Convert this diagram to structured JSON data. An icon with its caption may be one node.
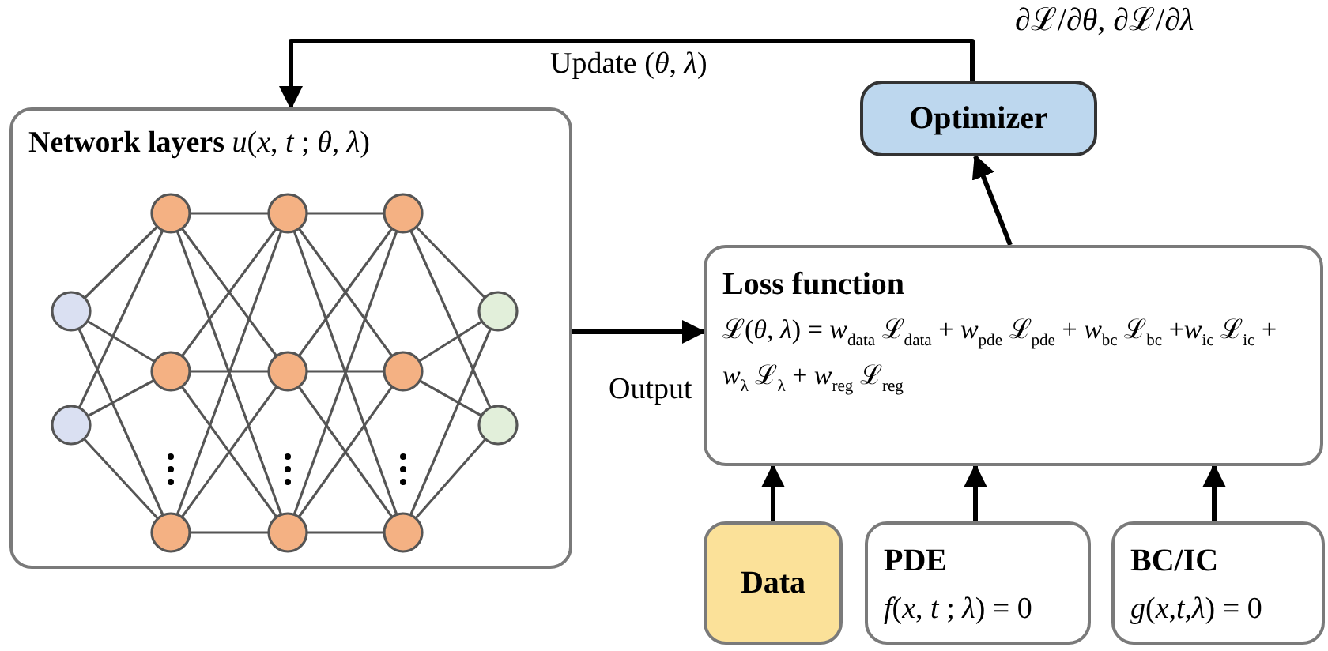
{
  "diagram": {
    "nodes": [
      {
        "text": [
          "**Network layers** *u*(*x*, *t* ; *θ*, *λ*)"
        ]
      },
      {
        "text": [
          "Optimizer"
        ],
        "beside": [
          "∂ℒ/∂*θ*, ∂ℒ/∂*λ*"
        ]
      },
      {
        "text": [
          "Loss function",
          "ℒ(*θ*, *λ*) = *w*$_{data}$ ℒ$_{data}$ + *w*$_{pde}$ ℒ$_{pde}$ + *w*$_{bc}$ ℒ$_{bc}$ +*w*$_{ic}$ ℒ$_{ic}$ + *w*$_{λ}$ ℒ$_{λ}$ + *w*$_{reg}$ ℒ$_{reg}$"
        ]
      },
      {
        "text": [
          "Data"
        ]
      },
      {
        "text": [
          "PDE",
          "*f*(*x*, *t* ; *λ*) = 0"
        ]
      },
      {
        "text": [
          "BC/IC",
          "*g*(*x*,*t*,*λ*) = 0"
        ]
      }
    ],
    "edges": [
      {
        "from": 1,
        "to": 0,
        "arrow": "to",
        "label": "Update (*θ*, *λ*)"
      },
      {
        "from": 0,
        "to": 2,
        "arrow": "to",
        "label": "Output"
      },
      {
        "from": 2,
        "to": 1,
        "arrow": "to"
      },
      {
        "from": 3,
        "to": 2,
        "arrow": "to"
      },
      {
        "from": 4,
        "to": 2,
        "arrow": "to"
      },
      {
        "from": 5,
        "to": 2,
        "arrow": "to"
      }
    ]
  }
}
